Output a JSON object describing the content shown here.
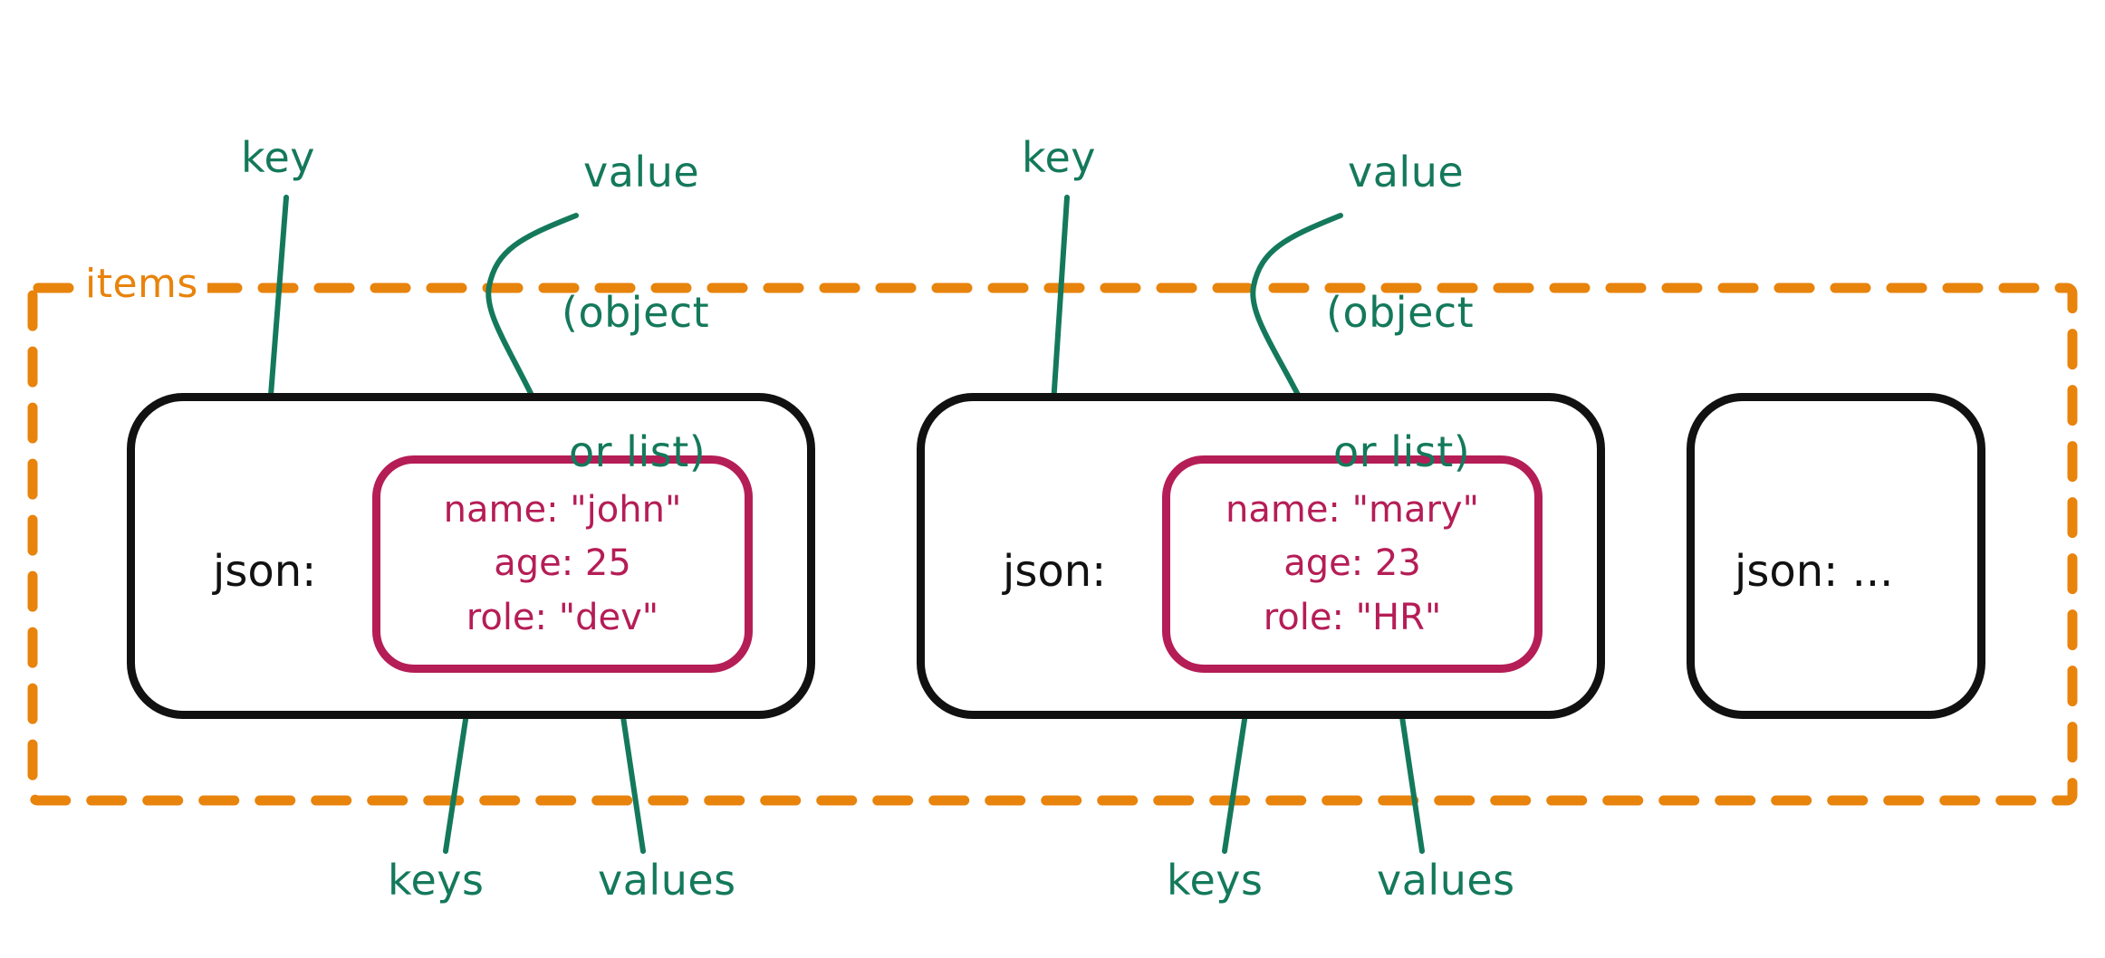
{
  "diagram": {
    "title": "JSON items structure diagram",
    "colors": {
      "annotation_green": "#14795b",
      "container_orange": "#e8830c",
      "object_crimson": "#b51d56",
      "card_black": "#111111",
      "background": "#ffffff"
    }
  },
  "container": {
    "label": "items",
    "border_style": "dashed"
  },
  "annotations": {
    "key_left": "key",
    "value_left_line1": "value",
    "value_left_line2": "(object",
    "value_left_line3": "or list)",
    "key_right": "key",
    "value_right_line1": "value",
    "value_right_line2": "(object",
    "value_right_line3": "or list)",
    "keys_left": "keys",
    "values_left": "values",
    "keys_right": "keys",
    "values_right": "values"
  },
  "cards": [
    {
      "key_label": "json:",
      "has_object": true,
      "object_lines": [
        "name: \"john\"",
        "age: 25",
        "role: \"dev\""
      ]
    },
    {
      "key_label": "json:",
      "has_object": true,
      "object_lines": [
        "name: \"mary\"",
        "age: 23",
        "role: \"HR\""
      ]
    },
    {
      "key_label": "json: ...",
      "has_object": false,
      "object_lines": []
    }
  ]
}
